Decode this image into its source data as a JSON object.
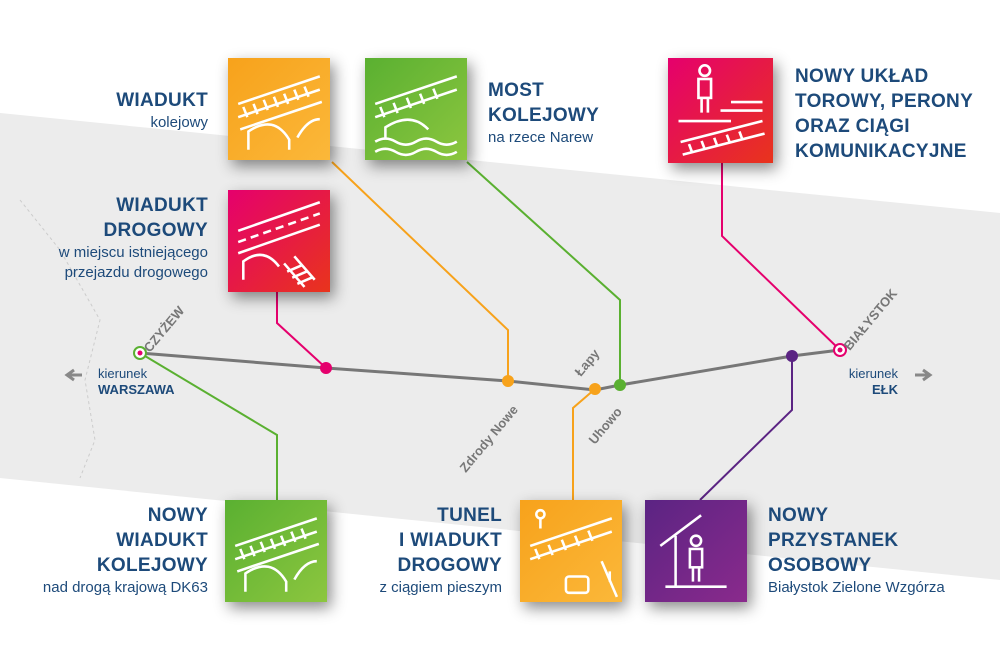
{
  "projects": [
    {
      "title_lines": [
        "WIADUKT"
      ],
      "subtitle_lines": [
        "kolejowy"
      ],
      "color_from": "#f7a21b",
      "color_to": "#fbb83a"
    },
    {
      "title_lines": [
        "MOST",
        "KOLEJOWY"
      ],
      "subtitle_lines": [
        "na rzece Narew"
      ],
      "color_from": "#5ab031",
      "color_to": "#8cc63f"
    },
    {
      "title_lines": [
        "NOWY UKŁAD",
        "TOROWY, PERONY",
        "ORAZ CIĄGI",
        "KOMUNIKACYJNE"
      ],
      "subtitle_lines": [],
      "color_from": "#e5006d",
      "color_to": "#e8341c"
    },
    {
      "title_lines": [
        "WIADUKT",
        "DROGOWY"
      ],
      "subtitle_lines": [
        "w miejscu istniejącego",
        "przejazdu drogowego"
      ],
      "color_from": "#e5006d",
      "color_to": "#e8341c"
    },
    {
      "title_lines": [
        "NOWY",
        "WIADUKT",
        "KOLEJOWY"
      ],
      "subtitle_lines": [
        "nad drogą krajową DK63"
      ],
      "color_from": "#5ab031",
      "color_to": "#8cc63f"
    },
    {
      "title_lines": [
        "TUNEL",
        "I WIADUKT",
        "DROGOWY"
      ],
      "subtitle_lines": [
        "z ciągiem pieszym"
      ],
      "color_from": "#f7a21b",
      "color_to": "#fbb83a"
    },
    {
      "title_lines": [
        "NOWY",
        "PRZYSTANEK",
        "OSOBOWY"
      ],
      "subtitle_lines": [
        "Białystok Zielone Wzgórza"
      ],
      "color_from": "#5b2483",
      "color_to": "#8a2a8c"
    }
  ],
  "stations": {
    "czyzew": "CZYŻEW",
    "bialystok": "BIAŁYSTOK",
    "zdrody": "Zdrody Nowe",
    "lapy": "Łapy",
    "uhowo": "Uhowo"
  },
  "directions": {
    "west_prefix": "kierunek",
    "west": "WARSZAWA",
    "east_prefix": "kierunek",
    "east": "EŁK"
  },
  "colors": {
    "line": "#777777",
    "band": "#ececec",
    "text": "#1d4a7a"
  }
}
